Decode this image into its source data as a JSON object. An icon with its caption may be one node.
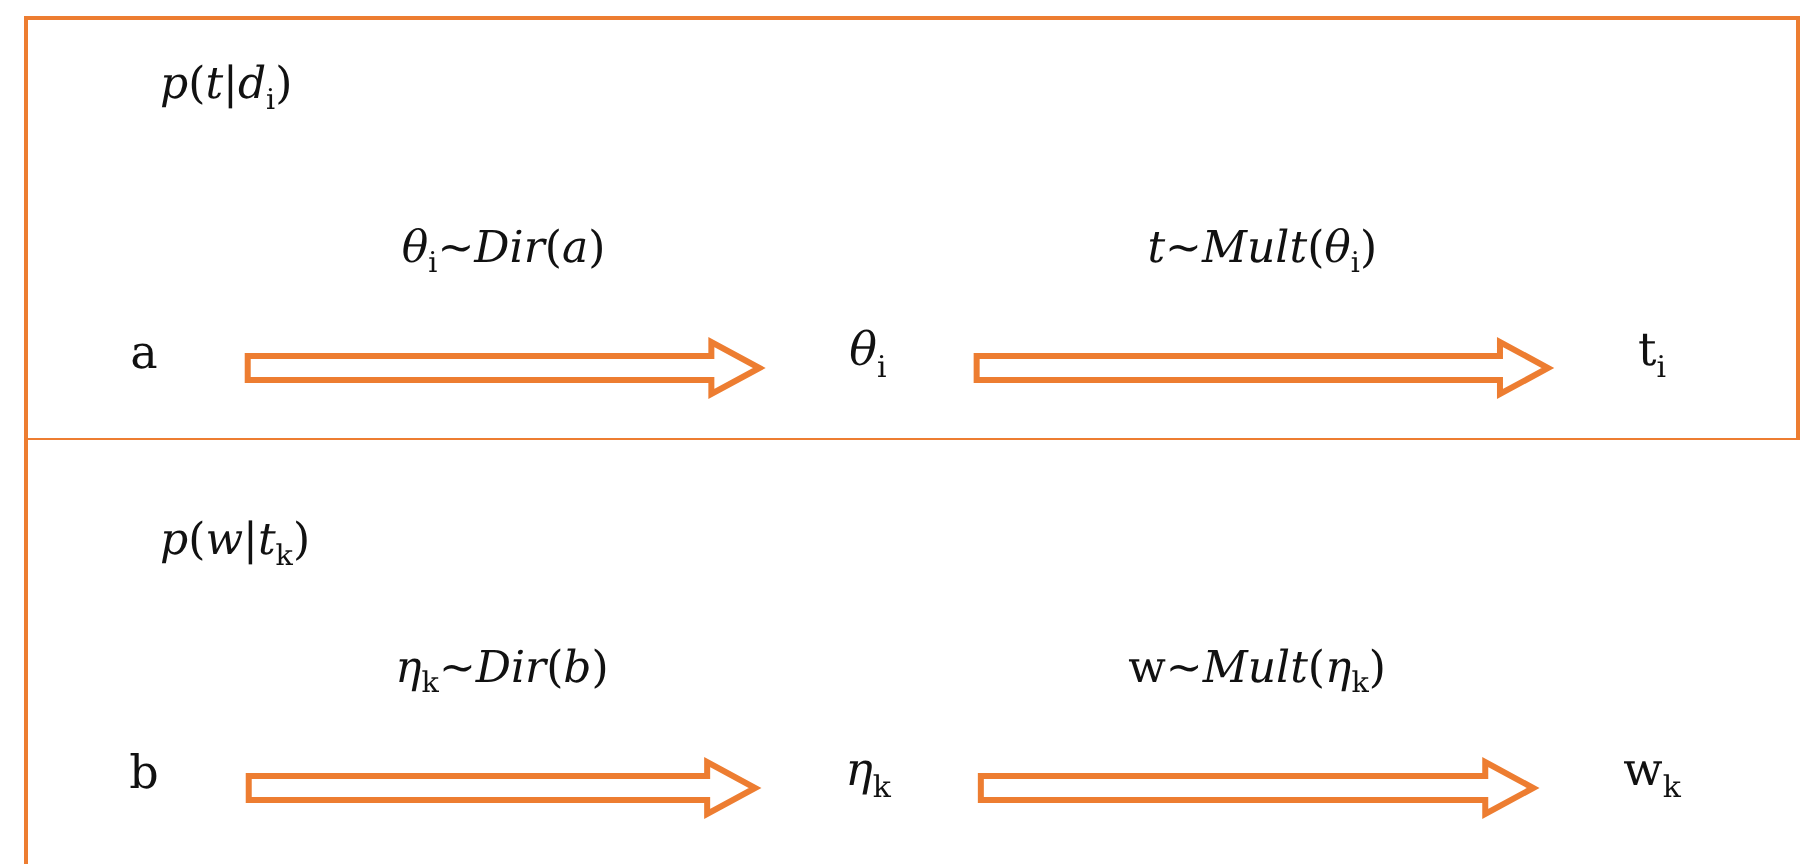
{
  "diagram": {
    "nodes": [
      {
        "text": [
          "*p*(*t*|*d*$_{i}$)"
        ]
      },
      {
        "text": [
          "a"
        ],
        "in": 0
      },
      {
        "text": [
          "*θ*$_{i}$"
        ],
        "in": 0
      },
      {
        "text": [
          "t$_{i}$"
        ],
        "in": 0
      },
      {
        "text": [
          "*p*(*w*|*t*$_{k}$)"
        ]
      },
      {
        "text": [
          "b"
        ],
        "in": 4
      },
      {
        "text": [
          "*η*$_{k}$"
        ],
        "in": 4
      },
      {
        "text": [
          "w$_{k}$"
        ],
        "in": 4
      }
    ],
    "edges": [
      {
        "from": 1,
        "to": 2,
        "arrow": "to",
        "label": "*θ*$_{i}$~*Dir*(*a*)"
      },
      {
        "from": 2,
        "to": 3,
        "arrow": "to",
        "label": "*t*~*Mult*(*θ*$_{i}$)"
      },
      {
        "from": 5,
        "to": 6,
        "arrow": "to",
        "label": "*η*$_{k}$~*Dir*(*b*)"
      },
      {
        "from": 6,
        "to": 7,
        "arrow": "to",
        "label": "w~*Mult*(*η*$_{k}$)"
      }
    ]
  }
}
